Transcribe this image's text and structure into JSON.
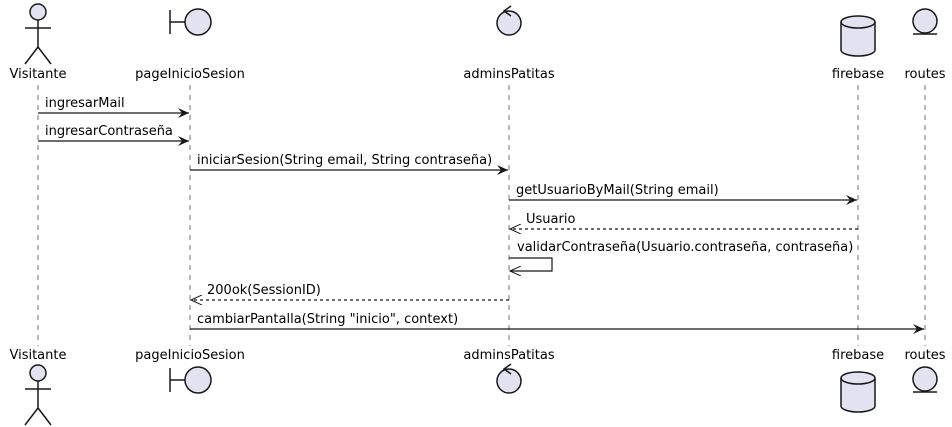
{
  "colors": {
    "shape_fill": "#E2E2F0",
    "stroke": "#181818",
    "lifeline": "#181818",
    "text": "#000000",
    "background": "#FFFFFF"
  },
  "participants": [
    {
      "id": "visitante",
      "name": "Visitante",
      "kind": "actor"
    },
    {
      "id": "pageInicioSesion",
      "name": "pageInicioSesion",
      "kind": "boundary"
    },
    {
      "id": "adminsPatitas",
      "name": "adminsPatitas",
      "kind": "control"
    },
    {
      "id": "firebase",
      "name": "firebase",
      "kind": "database"
    },
    {
      "id": "routes",
      "name": "routes",
      "kind": "entity"
    }
  ],
  "messages": [
    {
      "from": "visitante",
      "to": "pageInicioSesion",
      "label": "ingresarMail",
      "style": "sync"
    },
    {
      "from": "visitante",
      "to": "pageInicioSesion",
      "label": "ingresarContraseña",
      "style": "sync"
    },
    {
      "from": "pageInicioSesion",
      "to": "adminsPatitas",
      "label": "iniciarSesion(String email, String contraseña)",
      "style": "sync"
    },
    {
      "from": "adminsPatitas",
      "to": "firebase",
      "label": "getUsuarioByMail(String email)",
      "style": "sync"
    },
    {
      "from": "firebase",
      "to": "adminsPatitas",
      "label": "Usuario",
      "style": "return"
    },
    {
      "from": "adminsPatitas",
      "to": "adminsPatitas",
      "label": "validarContraseña(Usuario.contraseña, contraseña)",
      "style": "self"
    },
    {
      "from": "adminsPatitas",
      "to": "pageInicioSesion",
      "label": "200ok(SessionID)",
      "style": "return"
    },
    {
      "from": "pageInicioSesion",
      "to": "routes",
      "label": "cambiarPantalla(String \"inicio\", context)",
      "style": "sync"
    }
  ]
}
